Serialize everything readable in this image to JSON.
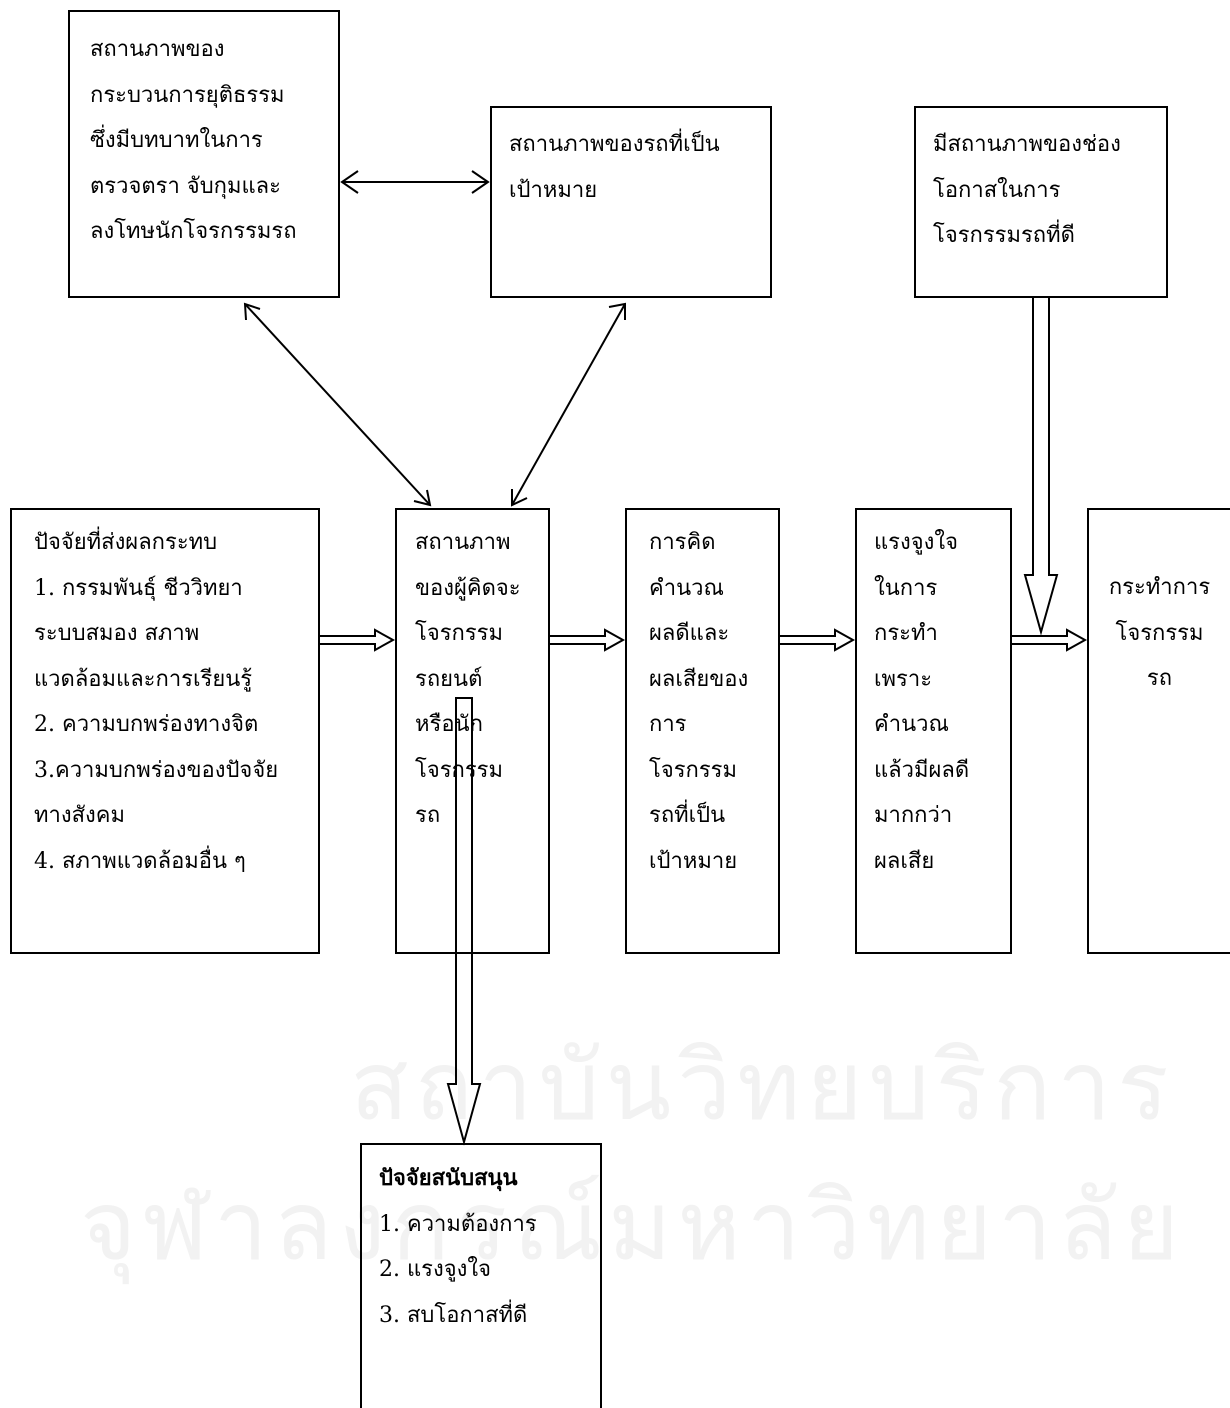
{
  "colors": {
    "line": "#000000",
    "watermark": "#f2f2f2",
    "background": "#ffffff"
  },
  "watermark": {
    "line1": "สถาบันวิทยบริการ",
    "line2": "จุฬาลงกรณ์มหาวิทยาลัย"
  },
  "boxes": {
    "justice": {
      "lines": [
        "สถานภาพของ",
        "กระบวนการยุติธรรม",
        "ซึ่งมีบทบาทในการ",
        "ตรวจตรา จับกุมและ",
        "ลงโทษนักโจรกรรมรถ"
      ]
    },
    "target": {
      "lines": [
        "สถานภาพของรถที่เป็น",
        "เป้าหมาย"
      ]
    },
    "opportunity": {
      "lines": [
        "มีสถานภาพของช่อง",
        "โอกาสในการ",
        "โจรกรรมรถที่ดี"
      ]
    },
    "factors": {
      "lines": [
        "ปัจจัยที่ส่งผลกระทบ",
        "1. กรรมพันธุ์ ชีววิทยา",
        "ระบบสมอง สภาพ",
        "แวดล้อมและการเรียนรู้",
        "2. ความบกพร่องทางจิต",
        "3.ความบกพร่องของปัจจัย",
        "ทางสังคม",
        "4. สภาพแวดล้อมอื่น ๆ"
      ]
    },
    "offender": {
      "lines": [
        "สถานภาพ",
        "ของผู้คิดจะ",
        "โจรกรรม",
        "รถยนต์",
        "หรือนัก",
        "โจรกรรม",
        "รถ"
      ]
    },
    "calculation": {
      "lines": [
        "การคิด",
        "คำนวณ",
        "ผลดีและ",
        "ผลเสียของ",
        "การ",
        "โจรกรรม",
        "รถที่เป็น",
        "เป้าหมาย"
      ]
    },
    "motivation": {
      "lines": [
        "แรงจูงใจ",
        "ในการ",
        "กระทำ",
        "เพราะ",
        "คำนวณ",
        "แล้วมีผลดี",
        "มากกว่า",
        "ผลเสีย"
      ]
    },
    "action": {
      "lines": [
        "กระทำการ",
        "โจรกรรม",
        "รถ"
      ]
    },
    "support": {
      "title": "ปัจจัยสนับสนุน",
      "lines": [
        "1. ความต้องการ",
        "2. แรงจูงใจ",
        "3. สบโอกาสที่ดี"
      ]
    }
  },
  "connections": [
    {
      "from": "justice",
      "to": "target",
      "style": "double-headed"
    },
    {
      "from": "justice",
      "to": "offender",
      "style": "double-headed"
    },
    {
      "from": "target",
      "to": "offender",
      "style": "double-headed"
    },
    {
      "from": "opportunity",
      "to": "factors-action-link",
      "style": "hollow"
    },
    {
      "from": "factors",
      "to": "offender",
      "style": "hollow"
    },
    {
      "from": "offender",
      "to": "calculation",
      "style": "hollow"
    },
    {
      "from": "calculation",
      "to": "motivation",
      "style": "hollow"
    },
    {
      "from": "motivation",
      "to": "action",
      "style": "hollow"
    },
    {
      "from": "offender",
      "to": "support",
      "style": "hollow"
    }
  ]
}
